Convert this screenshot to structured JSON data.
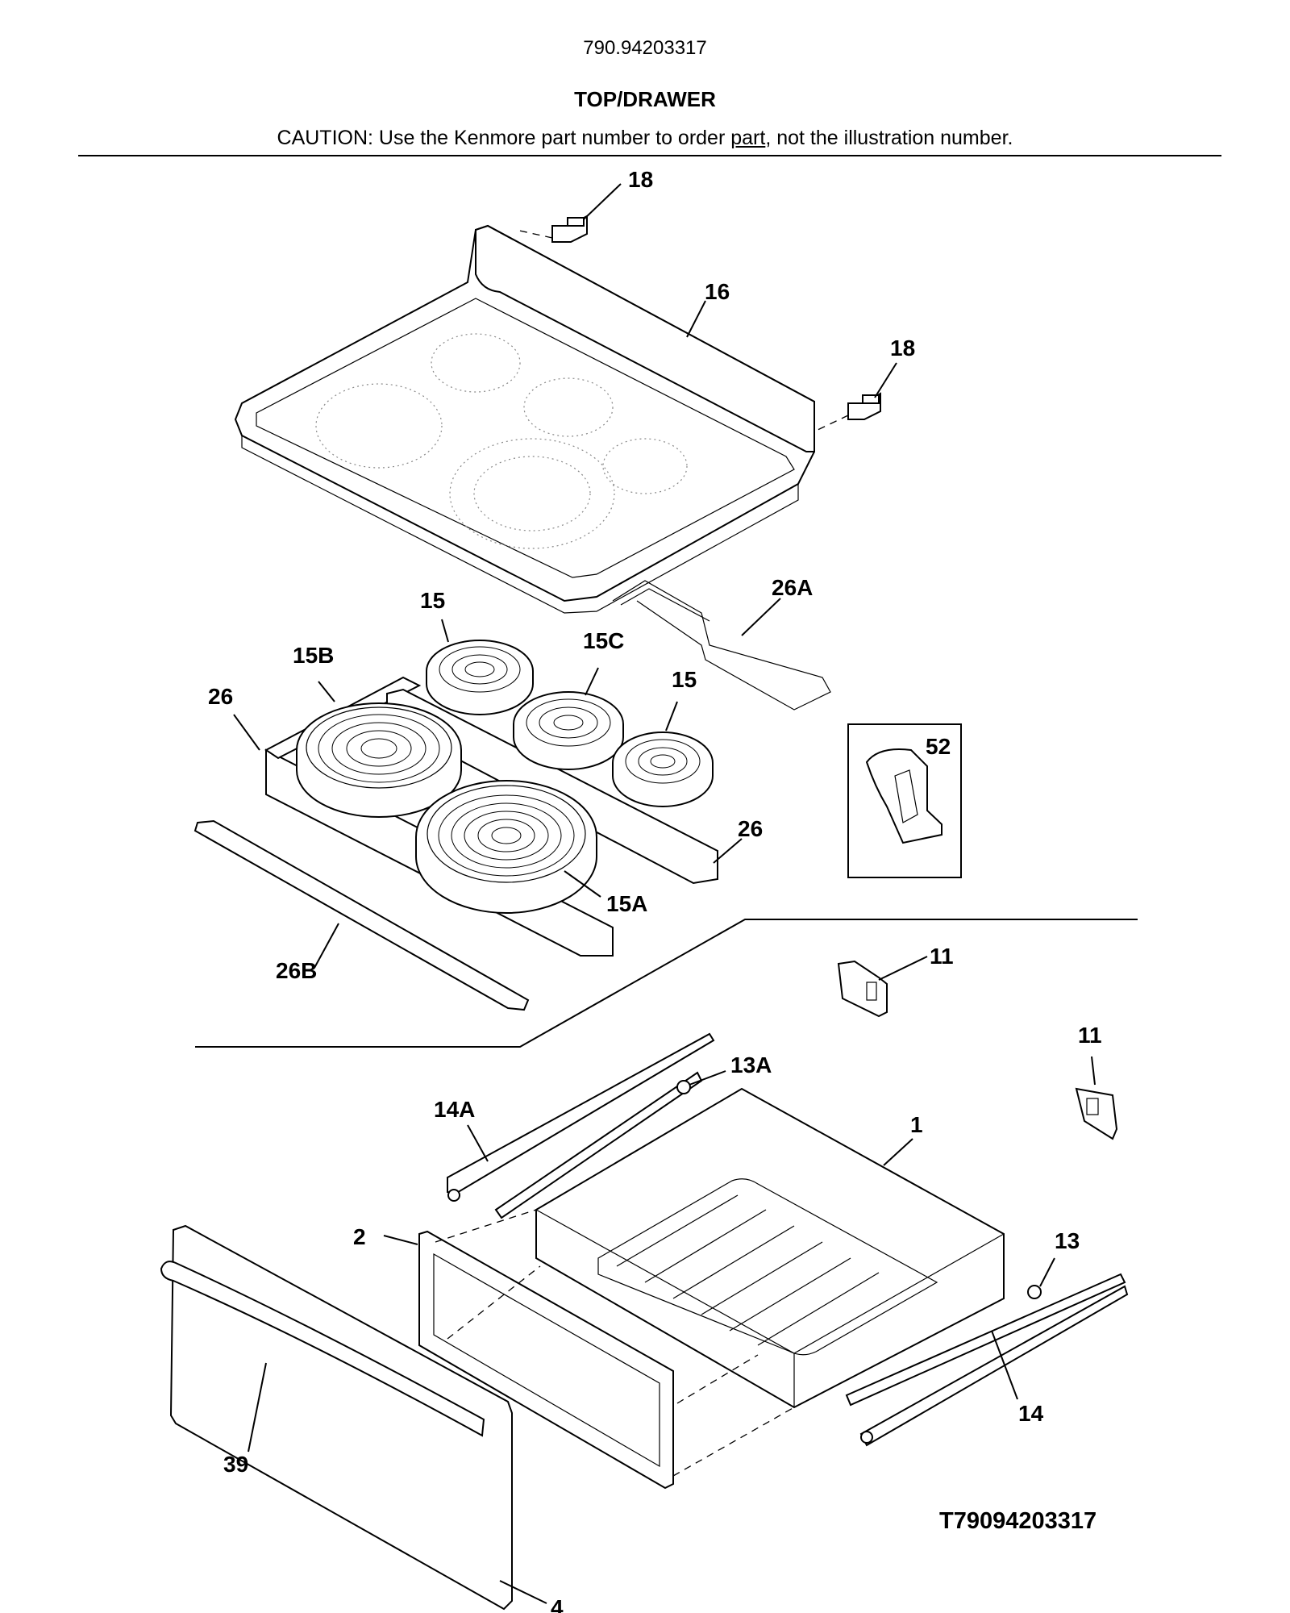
{
  "header": {
    "model_number": "790.94203317",
    "section_title": "TOP/DRAWER",
    "caution_prefix": "CAUTION: Use the Kenmore part number to order ",
    "caution_link": "part",
    "caution_suffix": ", not the illustration number."
  },
  "callouts": {
    "c18a": "18",
    "c16": "16",
    "c18b": "18",
    "c26a": "26A",
    "c15a": "15",
    "c15b_top": "15B",
    "c15c": "15C",
    "c15b": "15",
    "c26_left": "26",
    "c52": "52",
    "c26_right": "26",
    "c15A": "15A",
    "c26b": "26B",
    "c11a": "11",
    "c11b": "11",
    "c13a": "13A",
    "c14a": "14A",
    "c1": "1",
    "c2": "2",
    "c13": "13",
    "c14": "14",
    "c39": "39",
    "c4": "4"
  },
  "drawing_number": "T79094203317"
}
